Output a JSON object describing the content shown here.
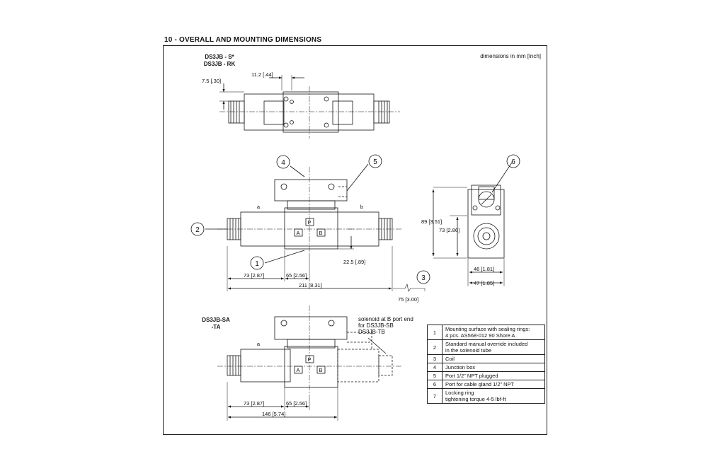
{
  "section_title": "10 - OVERALL AND MOUNTING DIMENSIONS",
  "units_note": "dimensions in mm [inch]",
  "models": {
    "top_1": "DS3JB - S*",
    "top_2": "DS3JB - RK",
    "bottom_1": "DS3JB-SA",
    "bottom_2": "-TA"
  },
  "solenoid_note": [
    "solenoid at B port end",
    "for DS3JB-SB",
    "DS3JB-TB"
  ],
  "dimensions": {
    "d_11_2": "11.2 [.44]",
    "d_7_5": "7.5 [.30]",
    "d_73_a": "73 [2.87]",
    "d_65_a": "65 [2.56]",
    "d_211": "211 [8.31]",
    "d_75": "75 [3.00]",
    "d_22_5": "22.5 [.89]",
    "d_89": "89 [3.51]",
    "d_73_side": "73 [2.86]",
    "d_46": "46 [1.81]",
    "d_47": "47 [1.85]",
    "d_73_b": "73 [2.87]",
    "d_65_b": "65 [2.56]",
    "d_146": "146 [5.74]"
  },
  "labels": {
    "a": "a",
    "b": "b",
    "P": "P",
    "A": "A",
    "B": "B"
  },
  "callouts": [
    "1",
    "2",
    "3",
    "4",
    "5",
    "6"
  ],
  "legend": [
    {
      "num": "1",
      "line1": "Mounting surface with sealing rings:",
      "line2": "4 pcs. AS568-012 90 Shore A"
    },
    {
      "num": "2",
      "line1": "Standard manual override included",
      "line2": "in the solenoid tube"
    },
    {
      "num": "3",
      "line1": "Coil",
      "line2": ""
    },
    {
      "num": "4",
      "line1": "Junction box",
      "line2": ""
    },
    {
      "num": "5",
      "line1": "Port 1/2” NPT plugged",
      "line2": ""
    },
    {
      "num": "6",
      "line1": "Port for cable gland 1/2” NPT",
      "line2": ""
    },
    {
      "num": "7",
      "line1": "Locking ring",
      "line2": "tightening torque 4-5 lbf-ft"
    }
  ]
}
